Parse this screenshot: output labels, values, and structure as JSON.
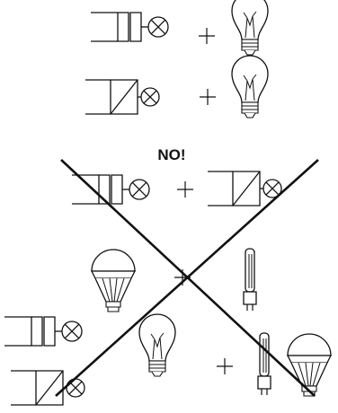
{
  "diagram": {
    "warning_text": "NO!",
    "colors": {
      "stroke": "#111111",
      "background": "#ffffff"
    },
    "allowed_combinations": [
      {
        "components": [
          "transformer-symbol",
          "lamp-symbol",
          "incandescent-bulb"
        ],
        "operator": "+"
      },
      {
        "components": [
          "converter-symbol",
          "lamp-symbol",
          "incandescent-bulb"
        ],
        "operator": "+"
      }
    ],
    "forbidden_combinations": [
      {
        "components": [
          "transformer-symbol",
          "converter-symbol"
        ],
        "operator": "+"
      },
      {
        "components": [
          "led-bulb",
          "fluorescent-tube"
        ],
        "operator": "+"
      },
      {
        "components": [
          "transformer-symbol",
          "converter-symbol",
          "incandescent-bulb"
        ]
      },
      {
        "components": [
          "fluorescent-tube",
          "led-bulb"
        ],
        "operator": "+"
      }
    ]
  }
}
